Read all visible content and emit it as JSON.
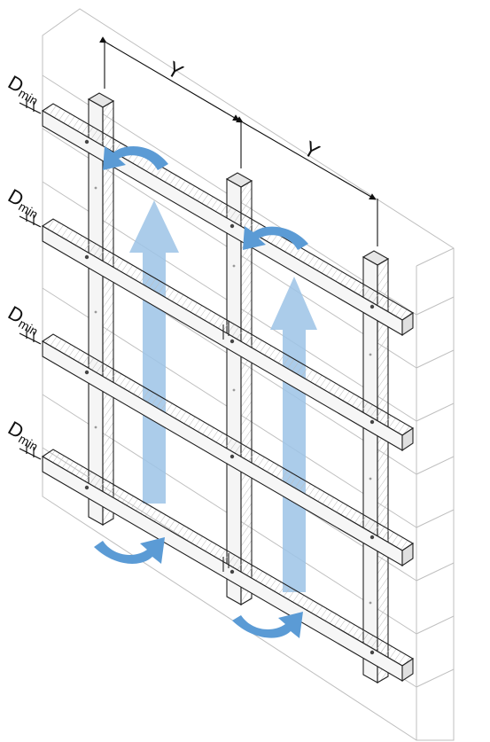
{
  "labels": {
    "d_main": "D",
    "d_sub": "min",
    "y": "Y"
  },
  "colors": {
    "airflow": "#5b9bd5",
    "airflow_light": "#9cc3e6",
    "wood_face": "#f2f2f2",
    "wood_edge": "#d9d9d9",
    "line": "#222222",
    "wall_line": "#bfbfbf"
  }
}
